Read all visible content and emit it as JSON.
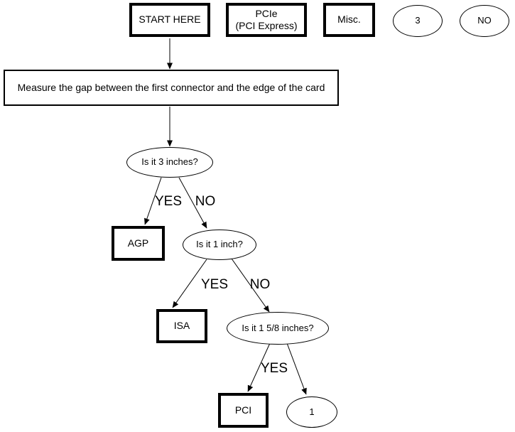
{
  "flowchart": {
    "legend": {
      "start": "START HERE",
      "pcie": "PCIe\n(PCI Express)",
      "misc": "Misc.",
      "num3": "3",
      "no": "NO"
    },
    "process": {
      "measure": "Measure the gap between the first connector and the edge of the card"
    },
    "decisions": {
      "three_inches": "Is it 3 inches?",
      "one_inch": "Is it 1 inch?",
      "one_five_eighths": "Is it 1 5/8 inches?"
    },
    "outcomes": {
      "agp": "AGP",
      "isa": "ISA",
      "pci": "PCI",
      "one": "1"
    },
    "edge_labels": {
      "yes_agp": "YES",
      "no_agp": "NO",
      "yes_isa": "YES",
      "no_isa": "NO",
      "yes_pci": "YES"
    },
    "colors": {
      "stroke": "#000000",
      "background": "#ffffff"
    }
  }
}
